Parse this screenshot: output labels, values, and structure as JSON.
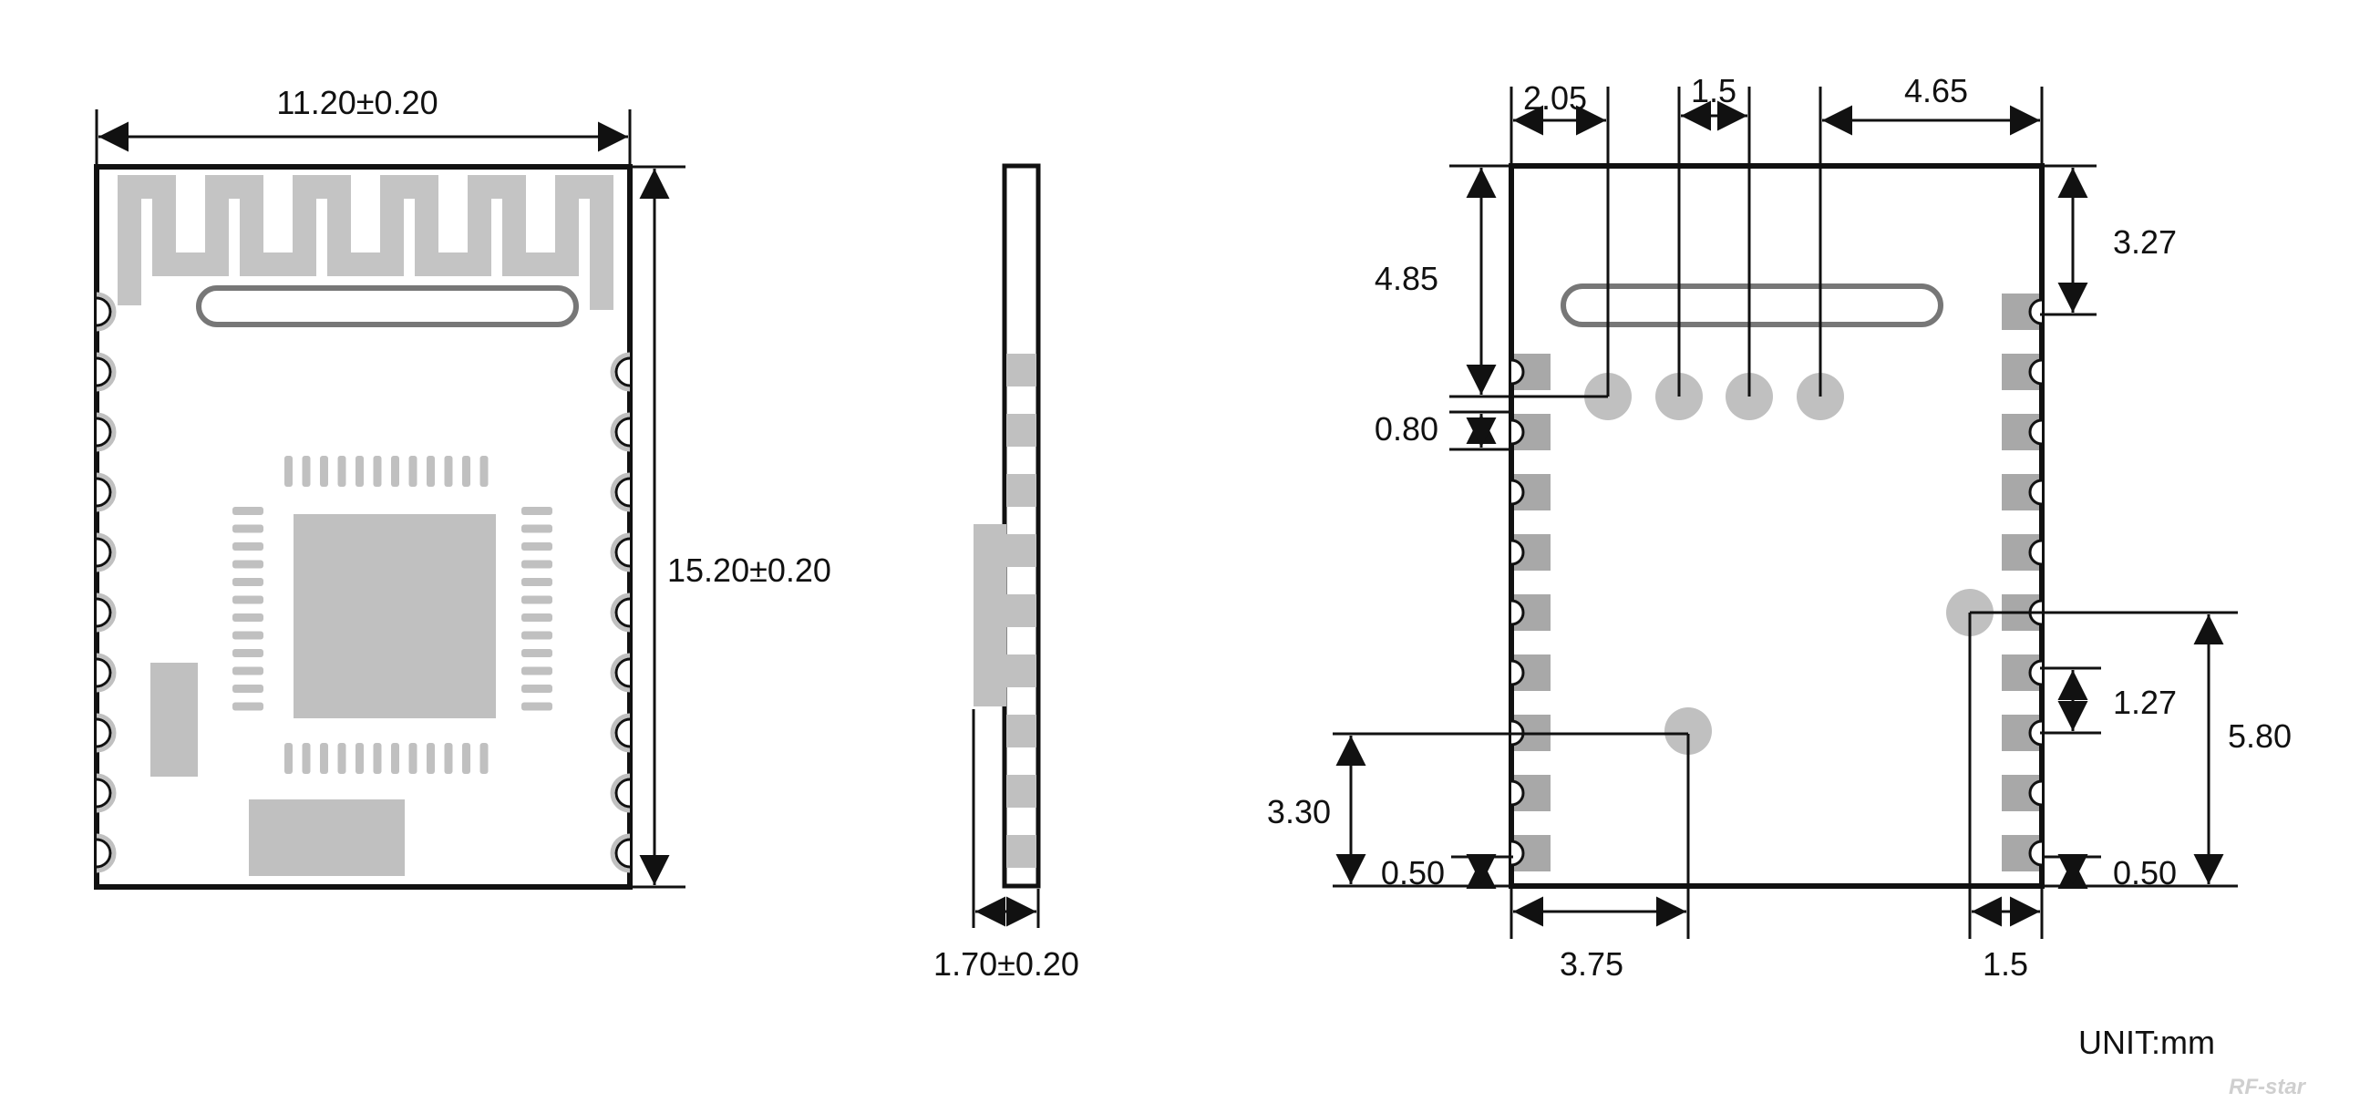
{
  "top_view": {
    "width": "11.20±0.20",
    "height": "15.20±0.20"
  },
  "side_view": {
    "thickness": "1.70±0.20"
  },
  "bottom_view": {
    "d_2_05": "2.05",
    "d_1_5_top": "1.5",
    "d_4_65": "4.65",
    "d_4_85": "4.85",
    "d_0_80": "0.80",
    "d_3_27": "3.27",
    "d_1_27": "1.27",
    "d_5_80": "5.80",
    "d_3_30": "3.30",
    "d_0_50_left": "0.50",
    "d_0_50_right": "0.50",
    "d_3_75": "3.75",
    "d_1_5_bottom": "1.5"
  },
  "unit_label": "UNIT:mm",
  "watermark": "RF-star",
  "colors": {
    "line": "#111111",
    "pad": "#a8a8a8",
    "silk": "#c0c0c0",
    "antenna_outline": "#777777"
  }
}
